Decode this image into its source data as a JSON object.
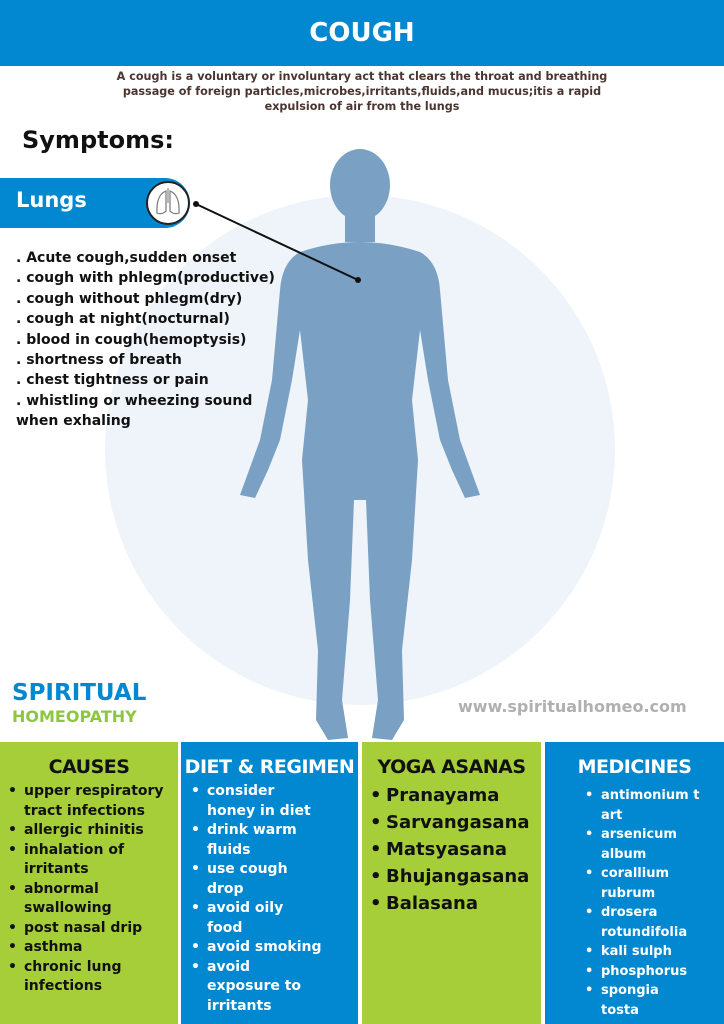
{
  "header": {
    "title": "COUGH"
  },
  "intro": "A cough is a voluntary or involuntary act that clears the throat and breathing passage of foreign particles,microbes,irritants,fluids,and mucus;itis a rapid expulsion of air from the lungs",
  "symptoms": {
    "title": "Symptoms:",
    "organ": "Lungs",
    "organ_icon": "lungs-icon",
    "items": [
      ". Acute cough,sudden onset",
      ". cough with phlegm(productive)",
      ". cough without phlegm(dry)",
      ". cough at night(nocturnal)",
      ". blood in cough(hemoptysis)",
      ". shortness of breath",
      ". chest tightness or pain",
      ". whistling or wheezing sound when exhaling"
    ]
  },
  "brand": {
    "line1": "SPIRITUAL",
    "line2": "HOMEOPATHY",
    "url": "www.spiritualhomeo.com"
  },
  "colors": {
    "blue": "#0288d1",
    "green": "#a6ce39",
    "body": "#7aa0c4"
  },
  "columns": [
    {
      "title": "CAUSES",
      "items": [
        "upper respiratory tract infections",
        "allergic rhinitis",
        "inhalation of irritants",
        "abnormal swallowing",
        "post nasal drip",
        "asthma",
        "chronic lung infections"
      ]
    },
    {
      "title": "DIET & REGIMEN",
      "items": [
        "consider honey in diet",
        "drink warm fluids",
        "use cough drop",
        "avoid oily food",
        "avoid smoking",
        "avoid exposure to irritants"
      ]
    },
    {
      "title": "YOGA ASANAS",
      "items": [
        "Pranayama",
        "Sarvangasana",
        "Matsyasana",
        "Bhujangasana",
        "Balasana"
      ]
    },
    {
      "title": "MEDICINES",
      "items": [
        "antimonium tart",
        "arsenicum album",
        "corallium rubrum",
        "drosera rotundifolia",
        "kali sulph",
        "phosphorus",
        "spongia tosta"
      ]
    }
  ]
}
